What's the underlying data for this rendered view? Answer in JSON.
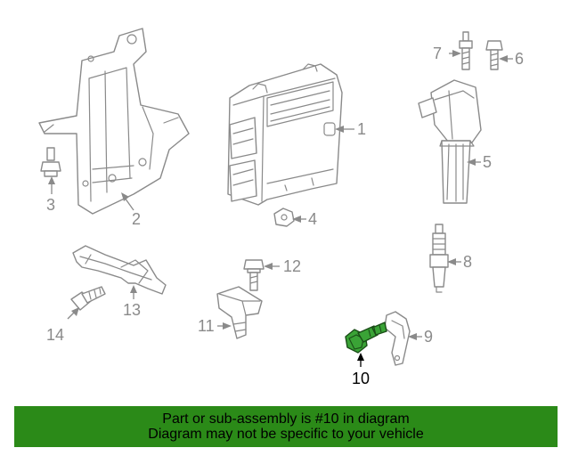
{
  "diagram": {
    "callouts": {
      "c1": "1",
      "c2": "2",
      "c3": "3",
      "c4": "4",
      "c5": "5",
      "c6": "6",
      "c7": "7",
      "c8": "8",
      "c9": "9",
      "c10": "10",
      "c11": "11",
      "c12": "12",
      "c13": "13",
      "c14": "14"
    },
    "highlight_part": "10",
    "colors": {
      "highlight_part": "#3aa336",
      "banner": "#2b8a18",
      "line": "#8a8a8a"
    }
  },
  "banner": {
    "line1": "Part or sub-assembly is #10 in diagram",
    "line2": "Diagram may not be specific to your vehicle"
  }
}
